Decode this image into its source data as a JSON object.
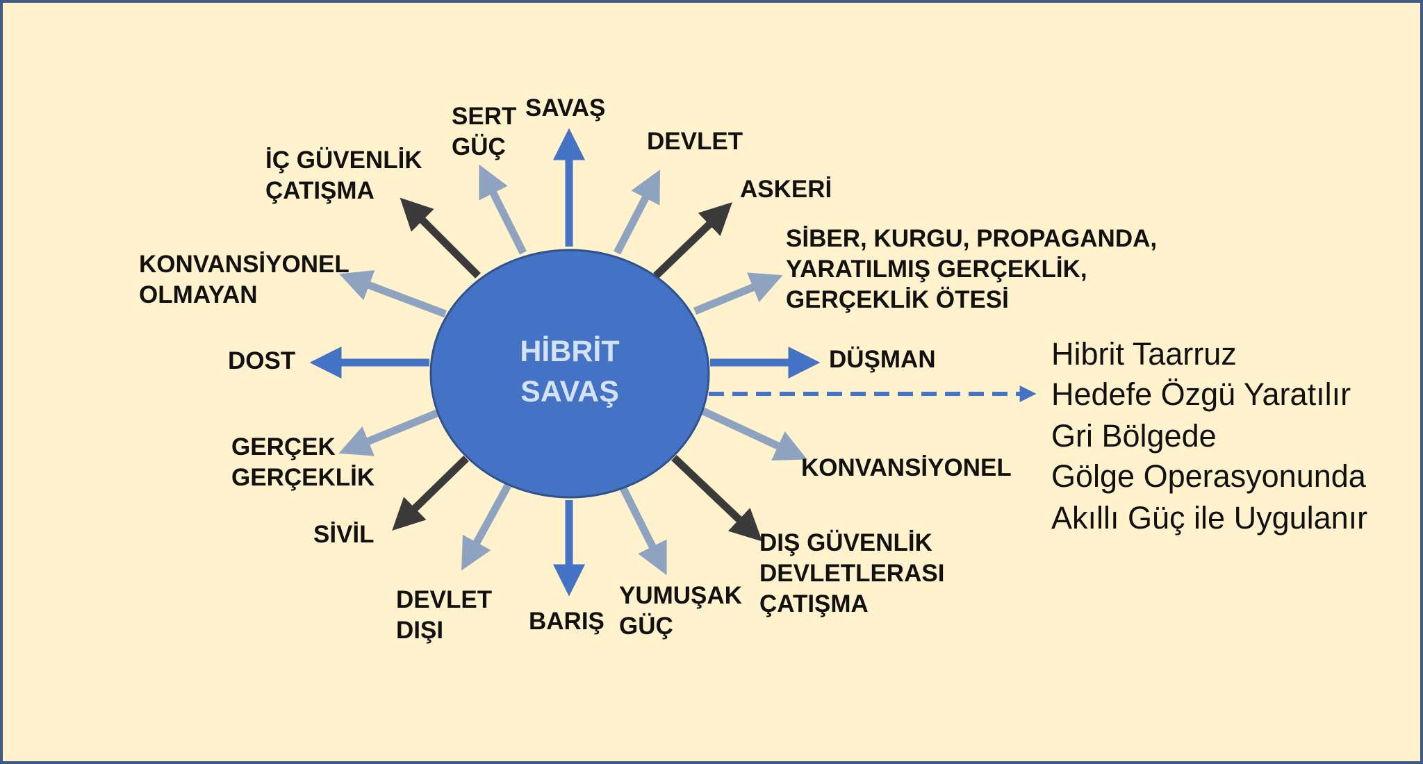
{
  "center": {
    "line1": "HİBRİT",
    "line2": "SAVAŞ"
  },
  "labels": {
    "savas": "SAVAŞ",
    "sert_guc": "SERT\nGÜÇ",
    "ic_guvenlik": "İÇ GÜVENLİK\nÇATIŞMA",
    "konvansiyonel_olmayan": "KONVANSİYONEL\nOLMAYAN",
    "dost": "DOST",
    "gercek_gerceklik": "GERÇEK\nGERÇEKLİK",
    "sivil": "SİVİL",
    "devlet_disi": "DEVLET\nDIŞI",
    "baris": "BARIŞ",
    "yumusak_guc": "YUMUŞAK\nGÜÇ",
    "dis_guvenlik": "DIŞ GÜVENLİK\nDEVLETLERASI\nÇATIŞMA",
    "konvansiyonel": "KONVANSİYONEL",
    "dusman": "DÜŞMAN",
    "siber": "SİBER, KURGU, PROPAGANDA,\nYARATILMIŞ GERÇEKLİK,\nGERÇEKLİK ÖTESİ",
    "askeri": "ASKERİ",
    "devlet": "DEVLET"
  },
  "note": {
    "lines": [
      "Hibrit Taarruz",
      "Hedefe Özgü Yaratılır",
      "Gri Bölgede",
      "Gölge Operasyonunda",
      "Akıllı Güç ile Uygulanır"
    ]
  },
  "colors": {
    "background": "#fff2cc",
    "border": "#3e5a85",
    "circle_fill": "#4472c4",
    "circle_stroke": "#2f528f",
    "arrow_primary": "#4472c4",
    "arrow_light": "#8ea3c0",
    "arrow_dark": "#3a3a3a",
    "text": "#111111",
    "center_text": "#d4e2f6"
  },
  "arrows": [
    {
      "name": "savas",
      "style": "primary"
    },
    {
      "name": "sert-guc",
      "style": "light"
    },
    {
      "name": "ic-guvenlik",
      "style": "dark"
    },
    {
      "name": "konvansiyonel-olmayan",
      "style": "light"
    },
    {
      "name": "dost",
      "style": "primary"
    },
    {
      "name": "gercek-gerceklik",
      "style": "light"
    },
    {
      "name": "sivil",
      "style": "dark"
    },
    {
      "name": "devlet-disi",
      "style": "light"
    },
    {
      "name": "baris",
      "style": "primary"
    },
    {
      "name": "yumusak-guc",
      "style": "light"
    },
    {
      "name": "dis-guvenlik",
      "style": "dark"
    },
    {
      "name": "konvansiyonel",
      "style": "light"
    },
    {
      "name": "dusman",
      "style": "primary"
    },
    {
      "name": "siber",
      "style": "light"
    },
    {
      "name": "askeri",
      "style": "dark"
    },
    {
      "name": "devlet",
      "style": "light"
    }
  ]
}
